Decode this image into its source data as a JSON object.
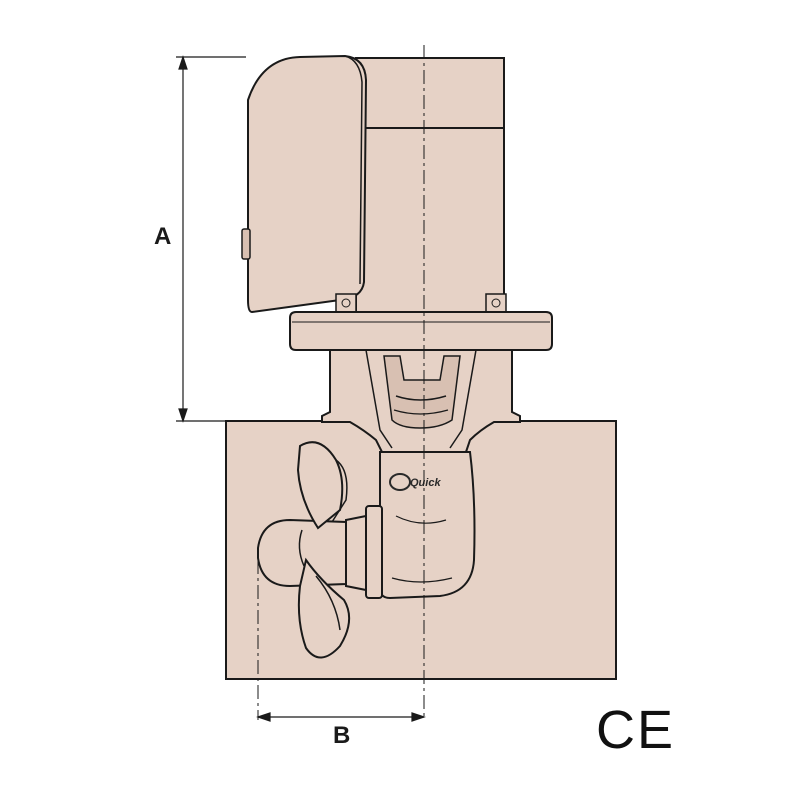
{
  "diagram": {
    "dimension_a": "A",
    "dimension_b": "B",
    "logo": "Quick",
    "certification": "CE"
  },
  "colors": {
    "part_fill": "#e6d2c6",
    "part_fill_shadow": "#d8c0b2",
    "outline": "#1a1a1a",
    "background": "#ffffff"
  }
}
